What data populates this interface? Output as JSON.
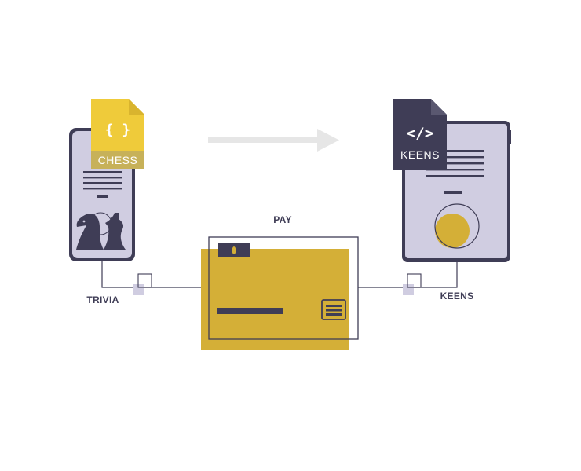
{
  "labels": {
    "pay": "PAY",
    "trivia": "TRIVIA",
    "keens_right": "KEENS"
  },
  "files": {
    "chess": {
      "glyph": "{ }",
      "name": "CHESS",
      "icon": "json-file-icon"
    },
    "keens": {
      "glyph": "</>",
      "name": "KEENS",
      "icon": "code-file-icon"
    }
  },
  "colors": {
    "dark": "#3f3d56",
    "lavender": "#d0cde1",
    "gold": "#d4af37",
    "chess_file": "#efcb3a",
    "chess_file_band": "#c7b159",
    "arrow": "#e6e6e6",
    "node": "#d0cde1"
  }
}
